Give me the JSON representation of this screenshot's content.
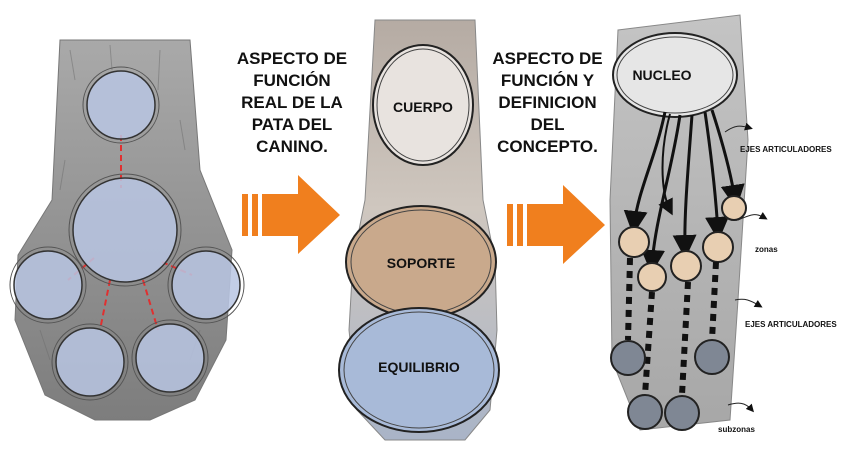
{
  "captions": {
    "left": "ASPECTO DE\nFUNCIÓN\nREAL DE LA\nPATA DEL\nCANINO.",
    "right": "ASPECTO DE\nFUNCIÓN Y\nDEFINICION\nDEL\nCONCEPTO."
  },
  "middle": {
    "cuerpo": "CUERPO",
    "soporte": "SOPORTE",
    "equilibrio": "EQUILIBRIO"
  },
  "right_panel": {
    "nucleo": "NUCLEO",
    "ejes_1": "EJES ARTICULADORES",
    "zonas": "zonas",
    "ejes_2": "EJES ARTICULADORES",
    "subzonas": "subzonas"
  },
  "colors": {
    "arrow": "#f07f1e",
    "circle_fill": "#b8c6e3",
    "dashed_line": "#e03030",
    "fur": "#8f8f8f"
  }
}
